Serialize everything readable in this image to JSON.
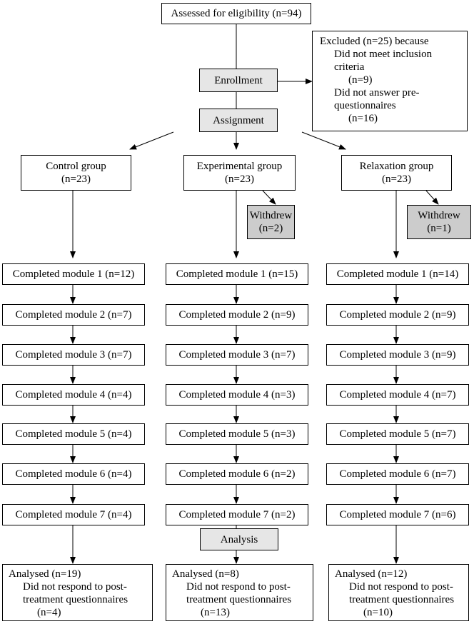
{
  "top": {
    "assessed": "Assessed for eligibility (n=94)"
  },
  "excluded": {
    "title": "Excluded (n=25) because",
    "reason1": [
      "Did not meet inclusion",
      "criteria"
    ],
    "reason1_n": "(n=9)",
    "reason2": [
      "Did not answer pre-",
      "questionnaires"
    ],
    "reason2_n": "(n=16)"
  },
  "stages": {
    "enrollment": "Enrollment",
    "assignment": "Assignment",
    "analysis": "Analysis"
  },
  "groups": [
    {
      "name": "Control group",
      "n": "(n=23)",
      "withdrew": null,
      "modules": [
        "Completed module 1 (n=12)",
        "Completed module 2 (n=7)",
        "Completed module 3 (n=7)",
        "Completed module 4 (n=4)",
        "Completed module 5 (n=4)",
        "Completed module 6 (n=4)",
        "Completed module 7 (n=4)"
      ],
      "analysed": "Analysed (n=19)",
      "nonresp": [
        "Did not respond to post-",
        "treatment questionnaires"
      ],
      "nonresp_n": "(n=4)"
    },
    {
      "name": "Experimental group",
      "n": "(n=23)",
      "withdrew": {
        "label": "Withdrew",
        "n": "(n=2)"
      },
      "modules": [
        "Completed module 1 (n=15)",
        "Completed module 2 (n=9)",
        "Completed module 3 (n=7)",
        "Completed module 4 (n=3)",
        "Completed module 5 (n=3)",
        "Completed module 6 (n=2)",
        "Completed module 7 (n=2)"
      ],
      "analysed": "Analysed (n=8)",
      "nonresp": [
        "Did not respond to post-",
        "treatment questionnaires"
      ],
      "nonresp_n": "(n=13)"
    },
    {
      "name": "Relaxation group",
      "n": "(n=23)",
      "withdrew": {
        "label": "Withdrew",
        "n": "(n=1)"
      },
      "modules": [
        "Completed module 1 (n=14)",
        "Completed module 2 (n=9)",
        "Completed module 3 (n=9)",
        "Completed module 4 (n=7)",
        "Completed module 5 (n=7)",
        "Completed module 6 (n=7)",
        "Completed module 7 (n=6)"
      ],
      "analysed": "Analysed (n=12)",
      "nonresp": [
        "Did not respond to post-",
        "treatment questionnaires"
      ],
      "nonresp_n": "(n=10)"
    }
  ]
}
